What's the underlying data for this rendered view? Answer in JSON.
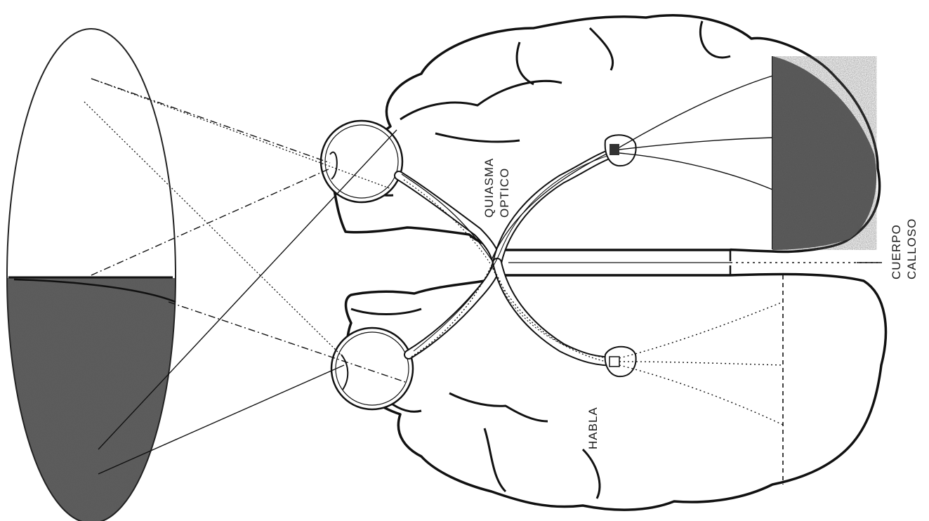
{
  "labels": {
    "optic_chiasm_line1": "QUIASMA",
    "optic_chiasm_line2": "OPTICO",
    "corpus_callosum_line1": "CUERPO",
    "corpus_callosum_line2": "CALLOSO",
    "speech": "HABLA"
  },
  "colors": {
    "ink": "#111111",
    "shade": "#4a4a4a",
    "background": "#ffffff"
  }
}
